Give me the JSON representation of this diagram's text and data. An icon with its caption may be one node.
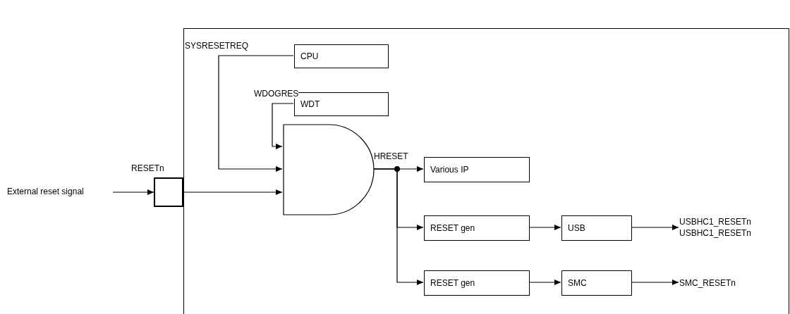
{
  "diagram": {
    "nodes": [
      {
        "text": [],
        "shape": "box"
      },
      {
        "text": [
          "CPU"
        ],
        "in": 0
      },
      {
        "text": [
          "WDT"
        ],
        "in": 0
      },
      {
        "text": [],
        "shape": "gate",
        "in": 0
      },
      {
        "text": [
          "Various IP"
        ],
        "in": 0
      },
      {
        "text": [
          "RESET gen"
        ],
        "in": 0
      },
      {
        "text": [
          "USB"
        ],
        "in": 0
      },
      {
        "text": [
          "RESET gen"
        ],
        "in": 0
      },
      {
        "text": [
          "SMC"
        ],
        "in": 0
      },
      {
        "text": [
          "RESETn"
        ]
      },
      {
        "text": [
          "External reset signal"
        ]
      },
      {
        "text": [
          "USBHC1_RESETn",
          "USBHC1_RESETn"
        ],
        "in": 0
      },
      {
        "text": [
          "SMC_RESETn"
        ],
        "in": 0
      }
    ],
    "edges": [
      {
        "from": 1,
        "to": 3,
        "arrow": "to",
        "label": "SYSRESETREQ"
      },
      {
        "from": 2,
        "to": 3,
        "arrow": "to",
        "label": "WDOGRES"
      },
      {
        "from": 10,
        "to": 9,
        "arrow": "to"
      },
      {
        "from": 9,
        "to": 3,
        "arrow": "to"
      },
      {
        "from": 3,
        "to": 4,
        "arrow": "to",
        "label": "HRESET"
      },
      {
        "from": 3,
        "to": 5,
        "arrow": "to"
      },
      {
        "from": 3,
        "to": 7,
        "arrow": "to"
      },
      {
        "from": 5,
        "to": 6,
        "arrow": "to"
      },
      {
        "from": 6,
        "to": 11,
        "arrow": "to"
      },
      {
        "from": 7,
        "to": 8,
        "arrow": "to"
      },
      {
        "from": 8,
        "to": 12,
        "arrow": "to"
      }
    ]
  }
}
